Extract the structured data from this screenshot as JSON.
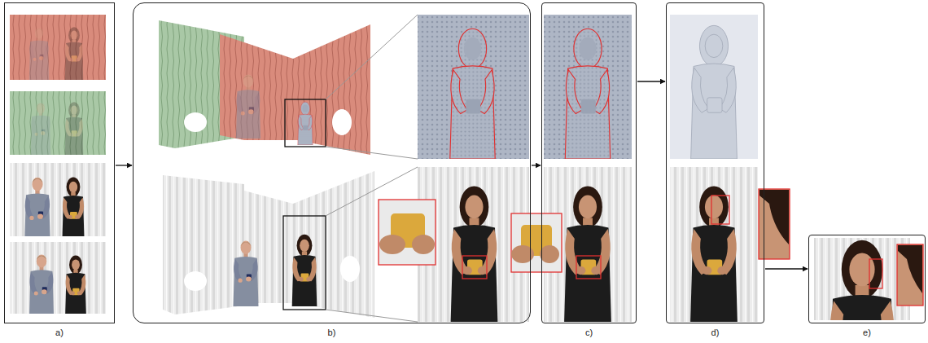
{
  "diagram": {
    "nodes": [
      {
        "text": [
          "a)"
        ]
      },
      {
        "text": [
          "b)"
        ]
      },
      {
        "text": [
          "c)"
        ]
      },
      {
        "text": [
          "d)"
        ]
      },
      {
        "text": [
          "e)"
        ]
      }
    ],
    "edges": [
      {
        "from": 0,
        "to": 1,
        "arrow": "to"
      },
      {
        "from": 1,
        "to": 2,
        "arrow": "to"
      },
      {
        "from": 2,
        "to": 3,
        "arrow": "to"
      },
      {
        "from": 3,
        "to": 4,
        "arrow": "to"
      }
    ]
  }
}
